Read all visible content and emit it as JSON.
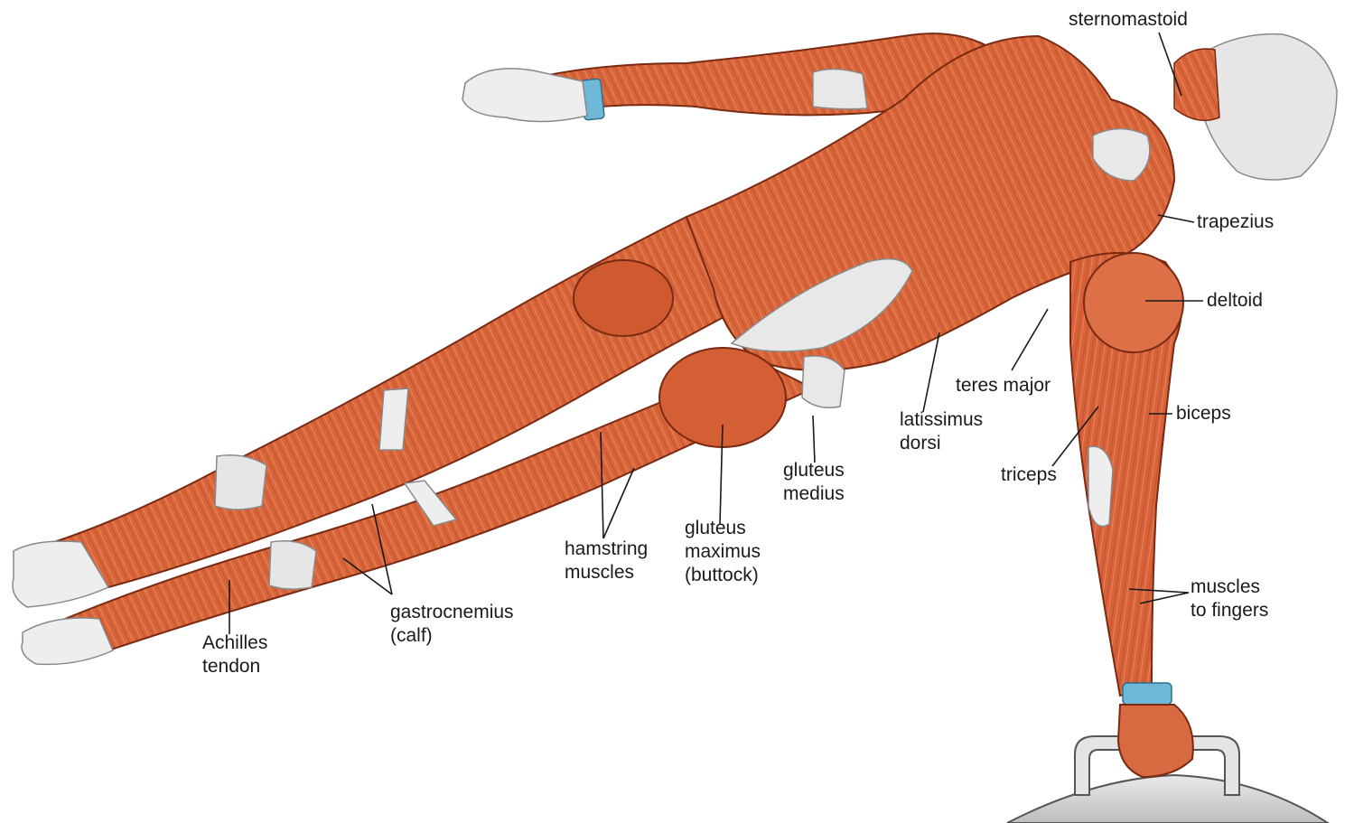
{
  "labels": {
    "sternomastoid": {
      "lines": [
        "sternomastoid"
      ]
    },
    "trapezius": {
      "lines": [
        "trapezius"
      ]
    },
    "deltoid": {
      "lines": [
        "deltoid"
      ]
    },
    "teres_major": {
      "lines": [
        "teres major"
      ]
    },
    "biceps": {
      "lines": [
        "biceps"
      ]
    },
    "latissimus_dorsi": {
      "lines": [
        "latissimus",
        "dorsi"
      ]
    },
    "triceps": {
      "lines": [
        "triceps"
      ]
    },
    "gluteus_medius": {
      "lines": [
        "gluteus",
        "medius"
      ]
    },
    "gluteus_maximus": {
      "lines": [
        "gluteus",
        "maximus",
        "(buttock)"
      ]
    },
    "hamstring_muscles": {
      "lines": [
        "hamstring",
        "muscles"
      ]
    },
    "muscles_to_fingers": {
      "lines": [
        "muscles",
        "to fingers"
      ]
    },
    "gastrocnemius": {
      "lines": [
        "gastrocnemius",
        "(calf)"
      ]
    },
    "achilles_tendon": {
      "lines": [
        "Achilles",
        "tendon"
      ]
    }
  },
  "colors": {
    "muscle": "#d9653a",
    "muscle_dark": "#a8391c",
    "muscle_light": "#ec9366",
    "tendon": "#e6e6e6",
    "wristband": "#6fb8d8",
    "bone": "#dedede",
    "leader": "#1a1a1a"
  }
}
